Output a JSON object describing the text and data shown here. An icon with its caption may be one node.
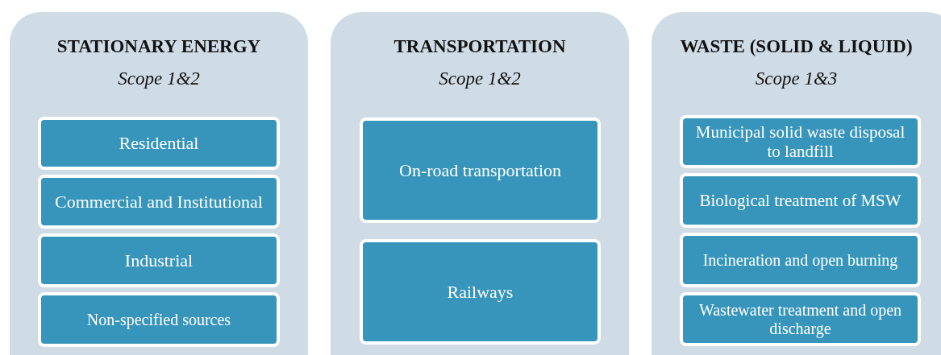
{
  "diagram": {
    "nodes": [
      {
        "text": [
          "STATIONARY ENERGY",
          "Scope 1&2"
        ]
      },
      {
        "text": [
          "Residential"
        ],
        "in": 0
      },
      {
        "text": [
          "Commercial and Institutional"
        ],
        "in": 0
      },
      {
        "text": [
          "Industrial"
        ],
        "in": 0
      },
      {
        "text": [
          "Non-specified sources"
        ],
        "in": 0
      },
      {
        "text": [
          "TRANSPORTATION",
          "Scope 1&2"
        ]
      },
      {
        "text": [
          "On-road transportation"
        ],
        "in": 5
      },
      {
        "text": [
          "Railways"
        ],
        "in": 5
      },
      {
        "text": [
          "WASTE (SOLID & LIQUID)",
          "Scope 1&3"
        ]
      },
      {
        "text": [
          "Municipal solid waste disposal to landfill"
        ],
        "in": 8
      },
      {
        "text": [
          "Biological treatment of MSW"
        ],
        "in": 8
      },
      {
        "text": [
          "Incineration and open burning"
        ],
        "in": 8
      },
      {
        "text": [
          "Wastewater treatment and open discharge"
        ],
        "in": 8
      }
    ]
  }
}
